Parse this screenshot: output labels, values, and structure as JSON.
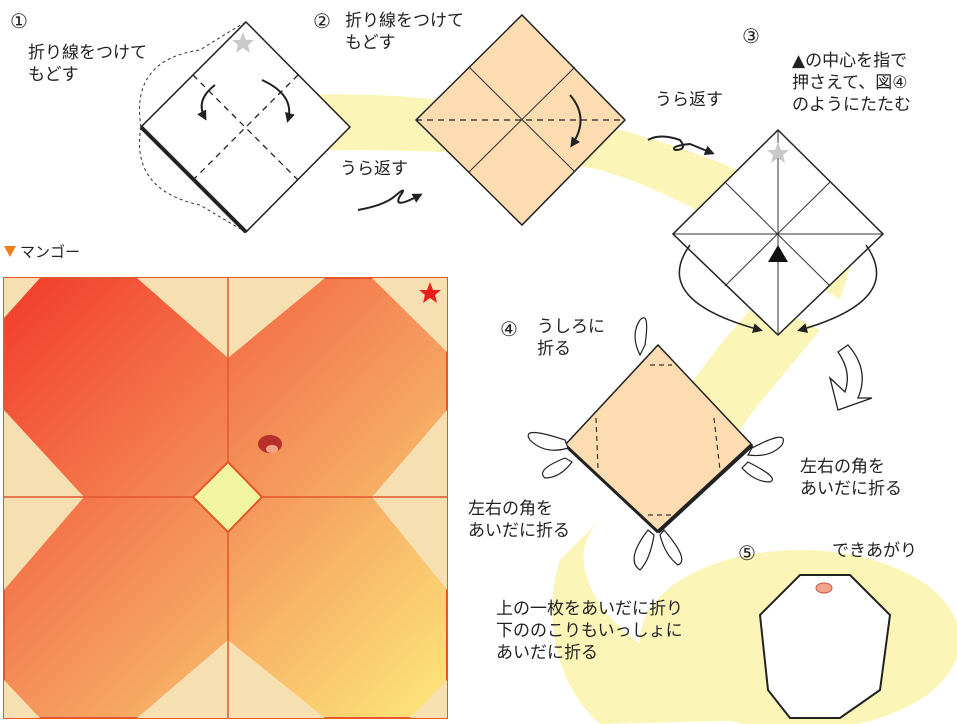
{
  "steps": [
    {
      "num": "①",
      "text": "折り線をつけて\nもどす"
    },
    {
      "num": "②",
      "text": "折り線をつけて\nもどす"
    },
    {
      "num": "③",
      "text": "▲の中心を指で\n押さえて、図④\nのようにたたむ"
    },
    {
      "num": "④",
      "text": "うしろに\n折る"
    },
    {
      "num": "⑤",
      "text": "できあがり"
    }
  ],
  "turn_over": [
    "うら返す",
    "うら返す"
  ],
  "step4_notes": {
    "right": "左右の角を\nあいだに折る",
    "left": "左右の角を\nあいだに折る",
    "bottom": "上の一枚をあいだに折り\n下ののこりもいっしょに\nあいだに折る"
  },
  "paper_pattern": {
    "title": "マンゴー",
    "title_marker_icon": "triangle-down-icon",
    "corner_mark_icon": "star-icon",
    "colors": {
      "red": "#f23a2a",
      "yellow": "#fde97a",
      "cream": "#f6dfb0",
      "line": "#e4572e"
    }
  },
  "colors": {
    "paper_back": "#fddcb2",
    "path": "#fbf6b8",
    "star_grey": "#c9c9c9"
  }
}
